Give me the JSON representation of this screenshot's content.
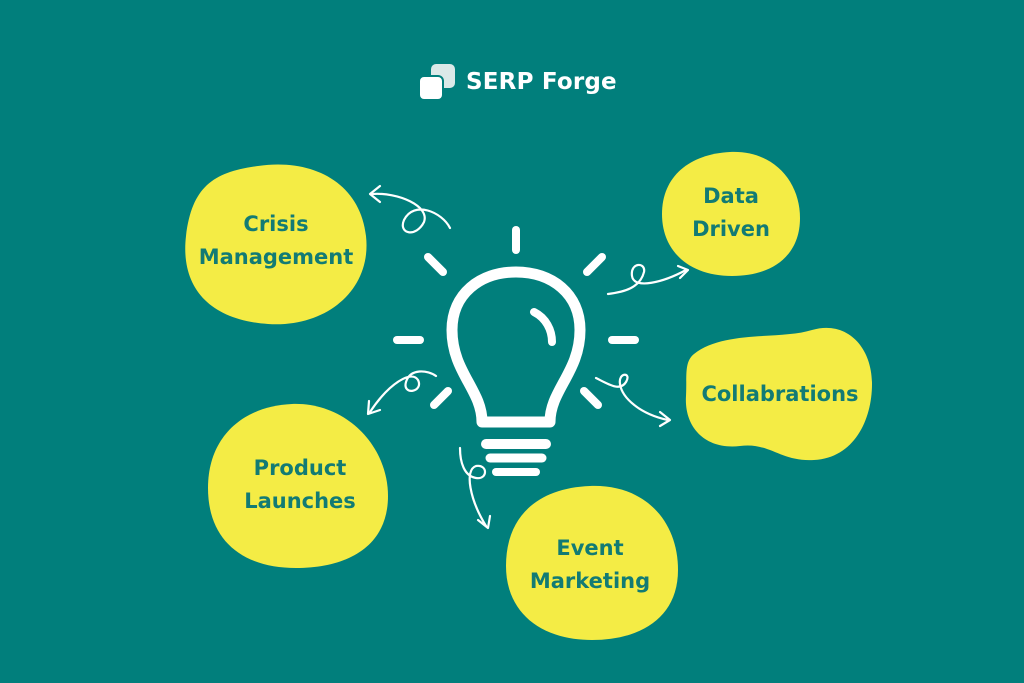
{
  "colors": {
    "background": "#017f7c",
    "blob": "#f4ec45",
    "label": "#127b74",
    "line": "#ffffff"
  },
  "brand": {
    "name": "SERP Forge",
    "icon": "stacked-squares-icon"
  },
  "center": {
    "icon": "lightbulb-icon"
  },
  "nodes": [
    {
      "id": "crisis-management",
      "label": "Crisis\nManagement"
    },
    {
      "id": "data-driven",
      "label": "Data\nDriven"
    },
    {
      "id": "collabrations",
      "label": "Collabrations"
    },
    {
      "id": "product-launches",
      "label": "Product\nLaunches"
    },
    {
      "id": "event-marketing",
      "label": "Event\nMarketing"
    }
  ]
}
